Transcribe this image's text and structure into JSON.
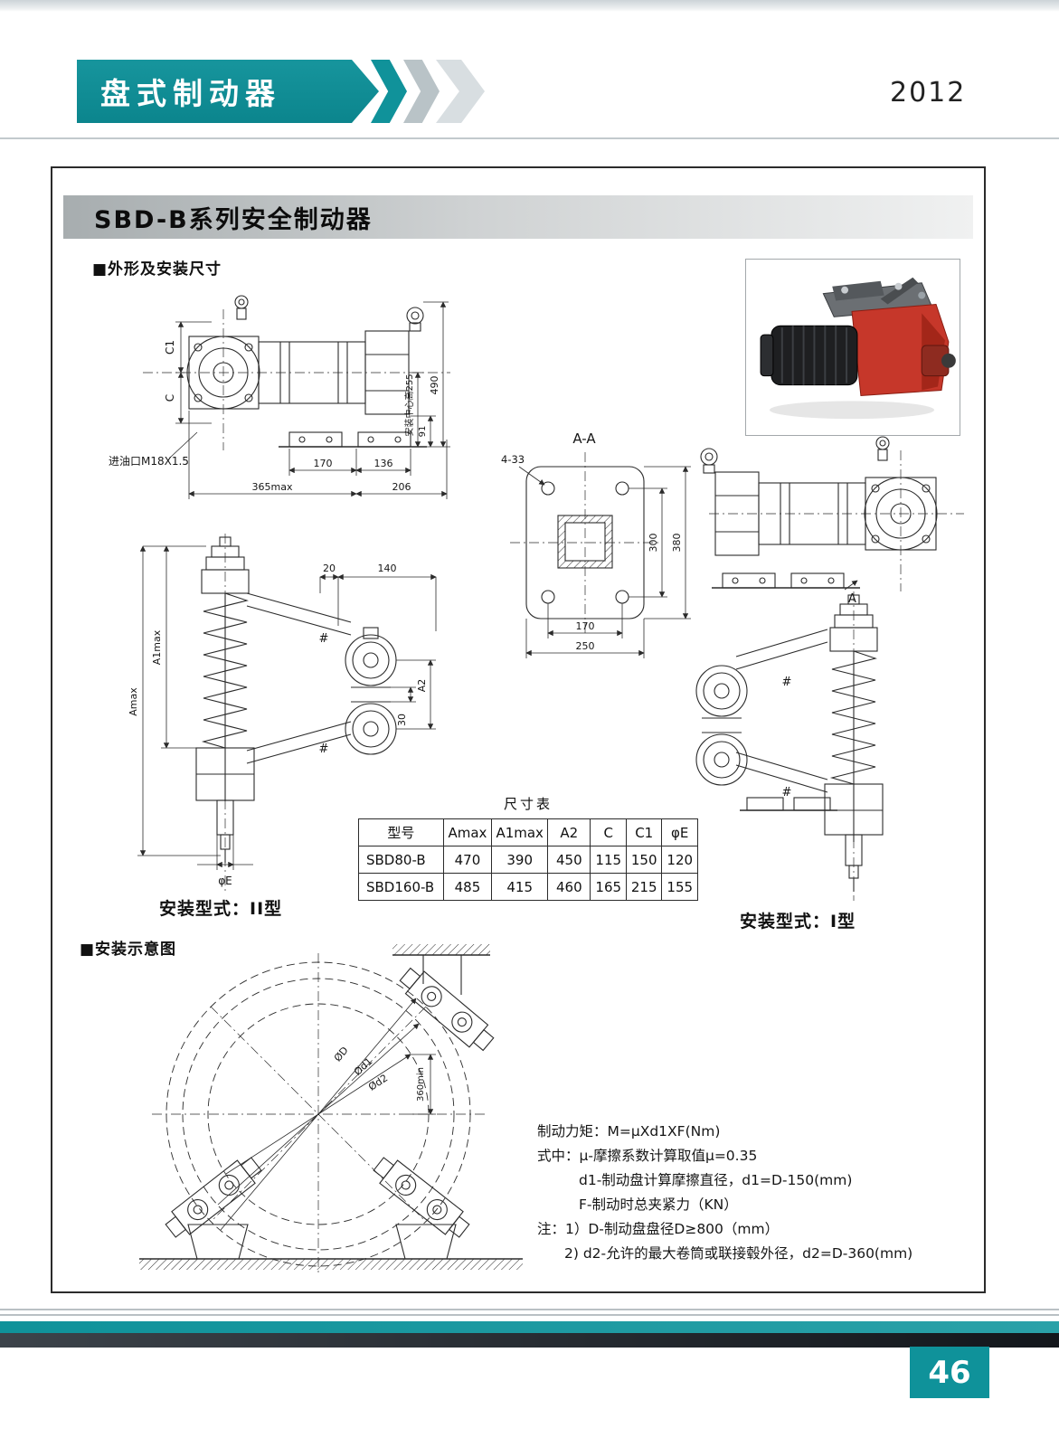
{
  "header": {
    "title": "盘式制动器",
    "year": "2012"
  },
  "series": {
    "title": "SBD-B系列安全制动器"
  },
  "sections": {
    "dimensions": "■外形及安装尺寸",
    "installation": "■安装示意图"
  },
  "front_view": {
    "c1": "C1",
    "c": "C",
    "oil": "进油口M18X1.5",
    "d170": "170",
    "d136": "136",
    "d365": "365max",
    "d206": "206",
    "dcenter": "安装中心高255",
    "d91": "91",
    "d490": "490"
  },
  "aa_view": {
    "title": "A-A",
    "holes": "4-33",
    "d300": "300",
    "d380": "380",
    "d170": "170",
    "d250": "250"
  },
  "right_view": {
    "a": "A"
  },
  "side2": {
    "a1max": "A1max",
    "amax": "Amax",
    "d20": "20",
    "d140": "140",
    "a2": "A2",
    "d30": "30",
    "phie": "φE",
    "hash": "#"
  },
  "install": {
    "dD": "ØD",
    "dd1": "Ød1",
    "dd2": "Ød2",
    "d360": "360min"
  },
  "captions": {
    "type2": "安装型式：II型",
    "type1": "安装型式：I型"
  },
  "table": {
    "title": "尺寸表",
    "headers": [
      "型号",
      "Amax",
      "A1max",
      "A2",
      "C",
      "C1",
      "φE"
    ],
    "rows": [
      [
        "SBD80-B",
        "470",
        "390",
        "450",
        "115",
        "150",
        "120"
      ],
      [
        "SBD160-B",
        "485",
        "415",
        "460",
        "165",
        "215",
        "155"
      ]
    ]
  },
  "notes": {
    "l1": "制动力矩：M=μXd1XF(Nm)",
    "l2": "式中：μ-摩擦系数计算取值μ=0.35",
    "l3": "d1-制动盘计算摩擦直径，d1=D-150(mm)",
    "l4": "F-制动时总夹紧力（KN）",
    "l5": "注：1）D-制动盘盘径D≥800（mm）",
    "l6": "2) d2-允许的最大卷筒或联接毂外径，d2=D-360(mm)"
  },
  "footer": {
    "page": "46"
  }
}
